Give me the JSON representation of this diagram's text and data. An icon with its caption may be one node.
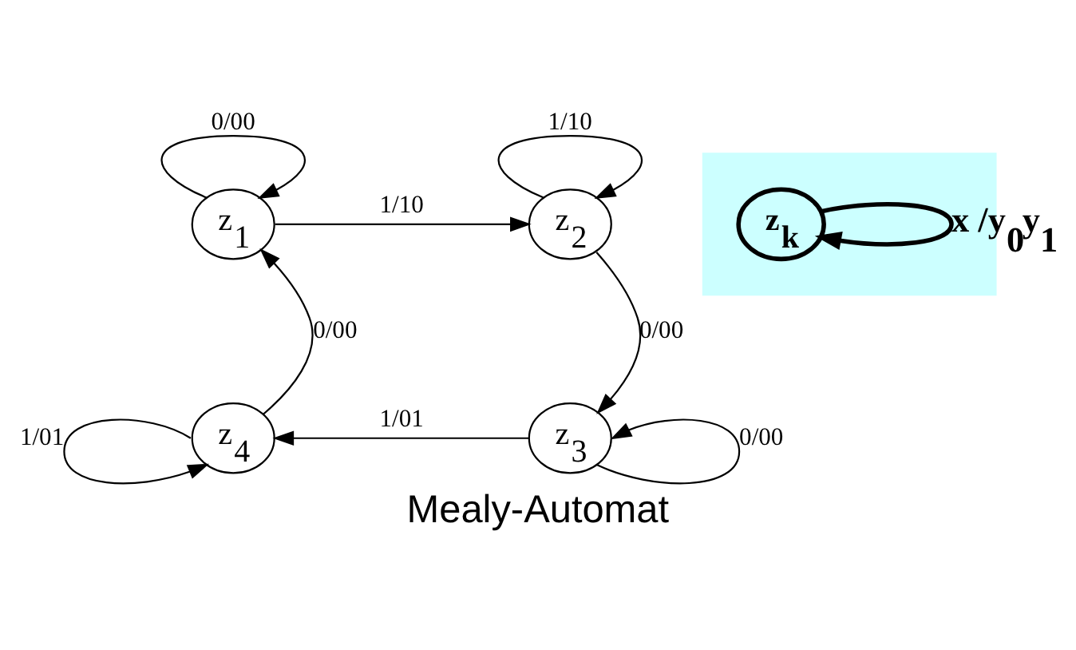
{
  "diagram": {
    "caption": "Mealy-Automat",
    "nodes": [
      {
        "text": [
          "z$_{1}$"
        ]
      },
      {
        "text": [
          "z$_{2}$"
        ]
      },
      {
        "text": [
          "z$_{3}$"
        ]
      },
      {
        "text": [
          "z$_{4}$"
        ]
      },
      {
        "text": [],
        "shape": "box"
      },
      {
        "text": [
          "z$_{k}$"
        ],
        "in": 4
      }
    ],
    "edges": [
      {
        "from": 0,
        "to": 0,
        "arrow": "to",
        "label": "0/00"
      },
      {
        "from": 0,
        "to": 1,
        "arrow": "to",
        "label": "1/10"
      },
      {
        "from": 1,
        "to": 1,
        "arrow": "to",
        "label": "1/10"
      },
      {
        "from": 1,
        "to": 2,
        "arrow": "to",
        "label": "0/00"
      },
      {
        "from": 2,
        "to": 2,
        "arrow": "to",
        "label": "0/00"
      },
      {
        "from": 2,
        "to": 3,
        "arrow": "to",
        "label": "1/01"
      },
      {
        "from": 3,
        "to": 3,
        "arrow": "to",
        "label": "1/01"
      },
      {
        "from": 3,
        "to": 0,
        "arrow": "to",
        "label": "0/00"
      },
      {
        "from": 5,
        "to": 5,
        "arrow": "to",
        "label": "x /y$_{0}$y$_{1}$",
        "style": "thick"
      }
    ]
  }
}
